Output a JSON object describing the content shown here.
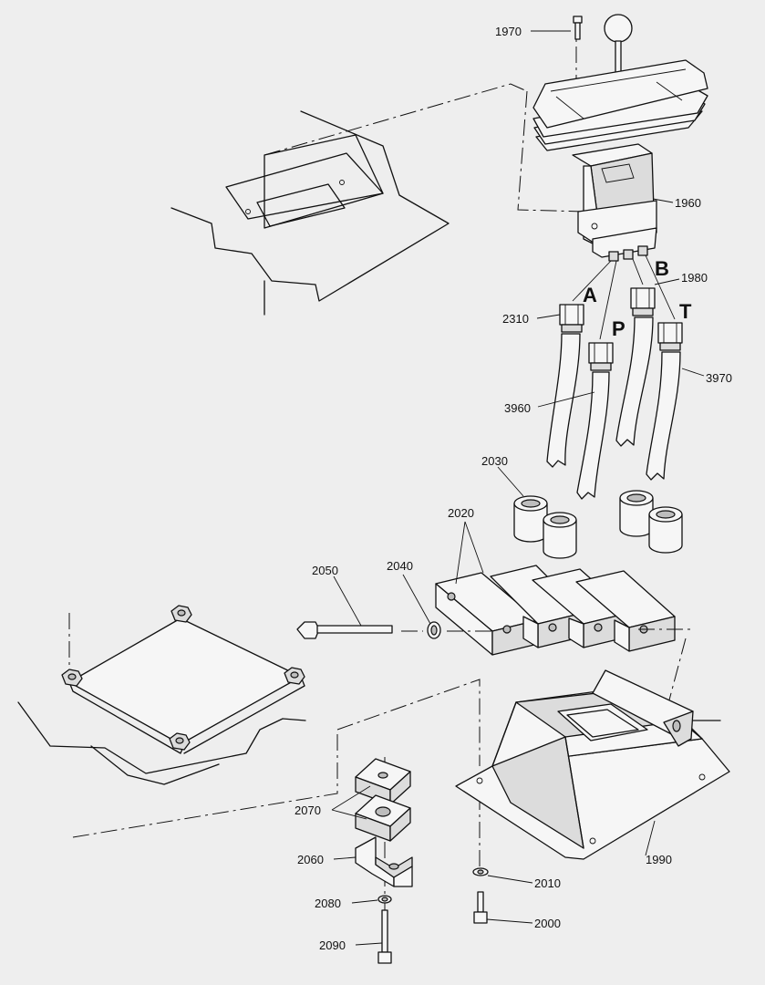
{
  "callouts": {
    "c1970": "1970",
    "c1960": "1960",
    "c1980": "1980",
    "c2310": "2310",
    "c3970": "3970",
    "c3960": "3960",
    "c2030": "2030",
    "c2020": "2020",
    "c2050": "2050",
    "c2040": "2040",
    "c2070": "2070",
    "c2060": "2060",
    "c2080": "2080",
    "c2090": "2090",
    "c2010": "2010",
    "c2000": "2000",
    "c1990": "1990"
  },
  "ports": {
    "a": "A",
    "b": "B",
    "p": "P",
    "t": "T"
  }
}
